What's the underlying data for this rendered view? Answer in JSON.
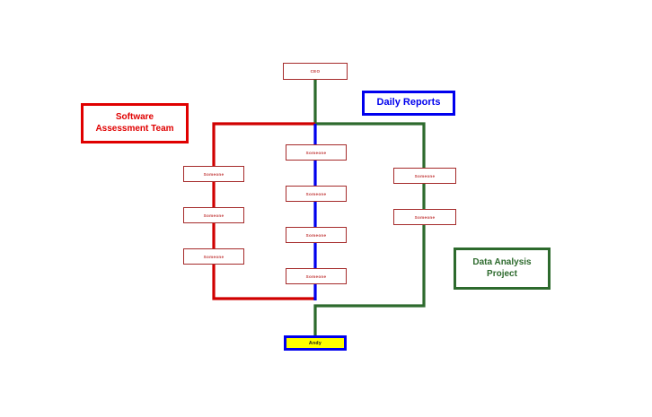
{
  "diagram": {
    "title": "Organization reporting chart",
    "background": "#ffffff",
    "colors": {
      "node_border": "#a52a2a",
      "node_text": "#c23b3b",
      "red_path": "#d00000",
      "blue_path": "#0000ee",
      "green_path": "#2d6a2d",
      "highlight_fill": "#ffff00",
      "highlight_border": "#0000ee"
    },
    "nodes": {
      "ceo": {
        "label": "CEO"
      },
      "andy": {
        "label": "Andy"
      },
      "center": [
        {
          "label": "Someone"
        },
        {
          "label": "Someone"
        },
        {
          "label": "Someone"
        },
        {
          "label": "Someone"
        }
      ],
      "left": [
        {
          "label": "Someone"
        },
        {
          "label": "Someone"
        },
        {
          "label": "Someone"
        }
      ],
      "right": [
        {
          "label": "Someone"
        },
        {
          "label": "Someone"
        }
      ]
    },
    "callouts": {
      "software": {
        "line1": "Software",
        "line2": "Assessment Team"
      },
      "daily": {
        "line1": "Daily Reports",
        "line2": ""
      },
      "data": {
        "line1": "Data Analysis",
        "line2": "Project"
      }
    }
  }
}
